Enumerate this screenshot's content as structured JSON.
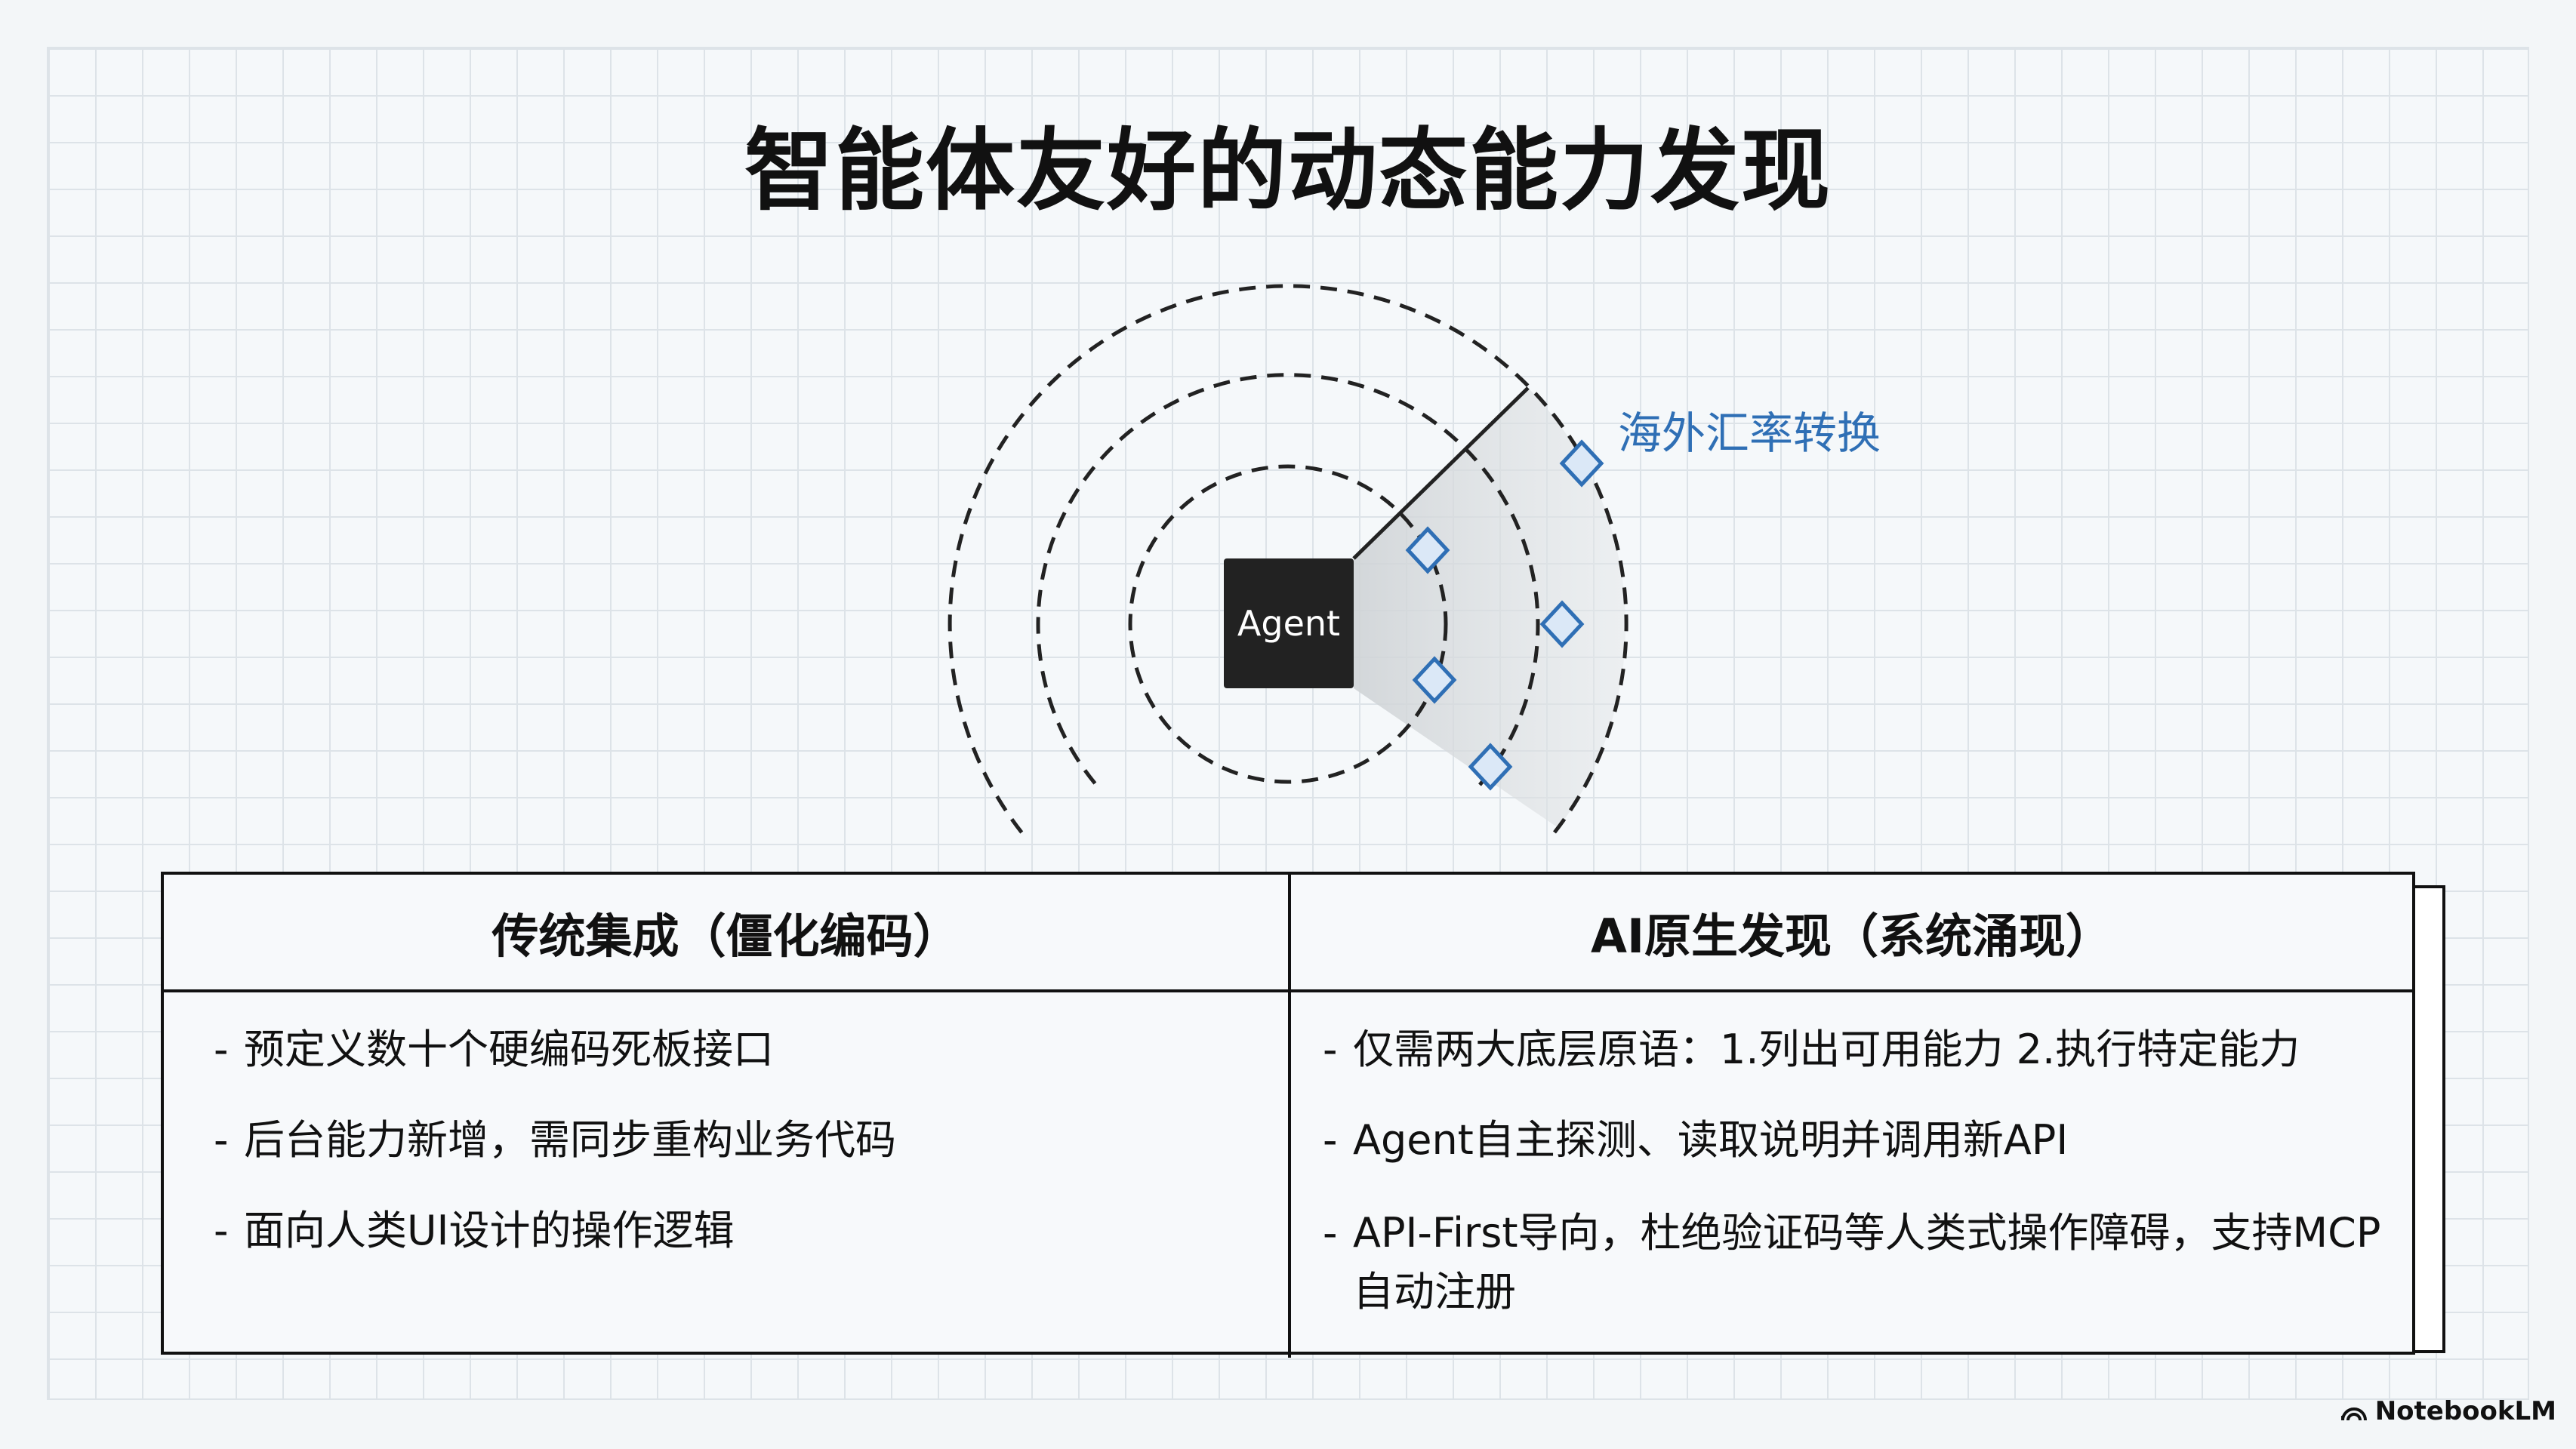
{
  "title": "智能体友好的动态能力发现",
  "diagram": {
    "agent_label": "Agent",
    "discovered_label": "海外汇率转换",
    "accent_color": "#2f6fb5"
  },
  "table": {
    "headers": [
      "传统集成（僵化编码）",
      "AI原生发现（系统涌现）"
    ],
    "left_items": [
      "预定义数十个硬编码死板接口",
      "后台能力新增，需同步重构业务代码",
      "面向人类UI设计的操作逻辑"
    ],
    "right_items": [
      "仅需两大底层原语：1.列出可用能力 2.执行特定能力",
      "Agent自主探测、读取说明并调用新API",
      "API-First导向，杜绝验证码等人类式操作障碍，支持MCP 自动注册"
    ],
    "bullet": "-"
  },
  "brand": "NotebookLM"
}
